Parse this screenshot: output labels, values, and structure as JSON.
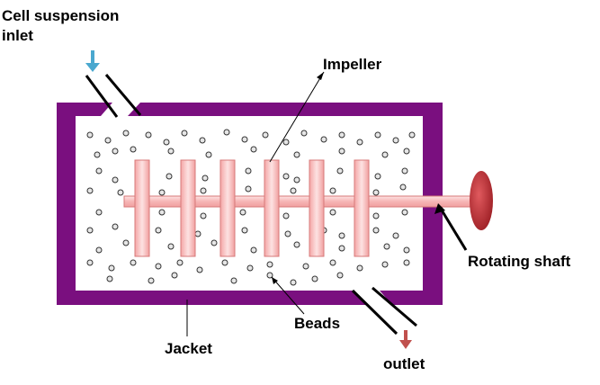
{
  "labels": {
    "inlet_line1": "Cell suspension",
    "inlet_line2": "inlet",
    "impeller": "Impeller",
    "rotating_shaft": "Rotating shaft",
    "beads": "Beads",
    "jacket": "Jacket",
    "outlet": "outlet"
  },
  "colors": {
    "jacket": "#7a0f7f",
    "impeller_fill": "#f7b5b5",
    "impeller_edge": "#d77a7a",
    "shaft_disc": "#c0262e",
    "inlet_arrow": "#4aa8cf",
    "outlet_arrow": "#c0504d",
    "bead_fill": "#e6e6e6",
    "bead_edge": "#333333"
  },
  "icons": {
    "inlet": "arrow-down-icon",
    "outlet": "arrow-down-icon"
  }
}
